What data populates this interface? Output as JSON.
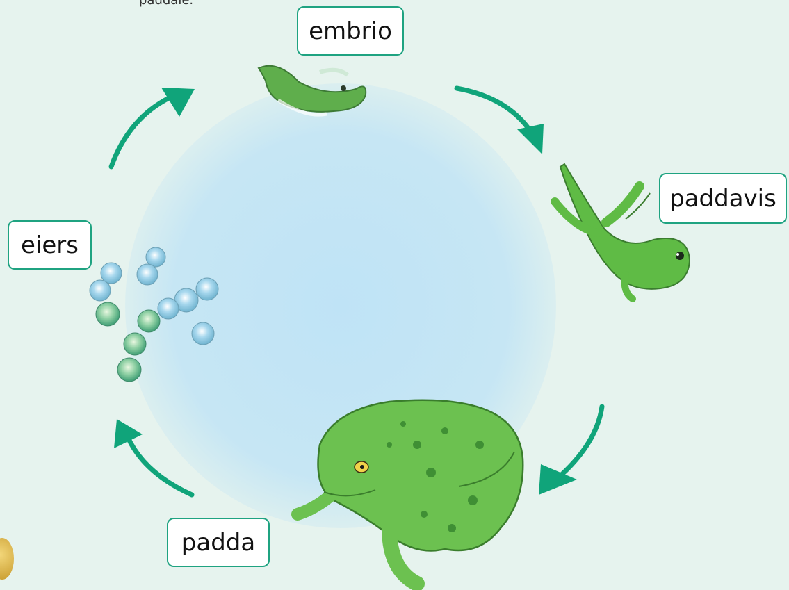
{
  "diagram": {
    "top_fragment": "paddaië.",
    "stages": [
      {
        "label": "embrio"
      },
      {
        "label": "paddavis"
      },
      {
        "label": "padda"
      },
      {
        "label": "eiers"
      }
    ]
  },
  "colors": {
    "arrow": "#10a47a",
    "label_border": "#1fa381",
    "water": "#bfe3f6",
    "background": "#e6f3ee",
    "frog": "#5fb94a"
  }
}
